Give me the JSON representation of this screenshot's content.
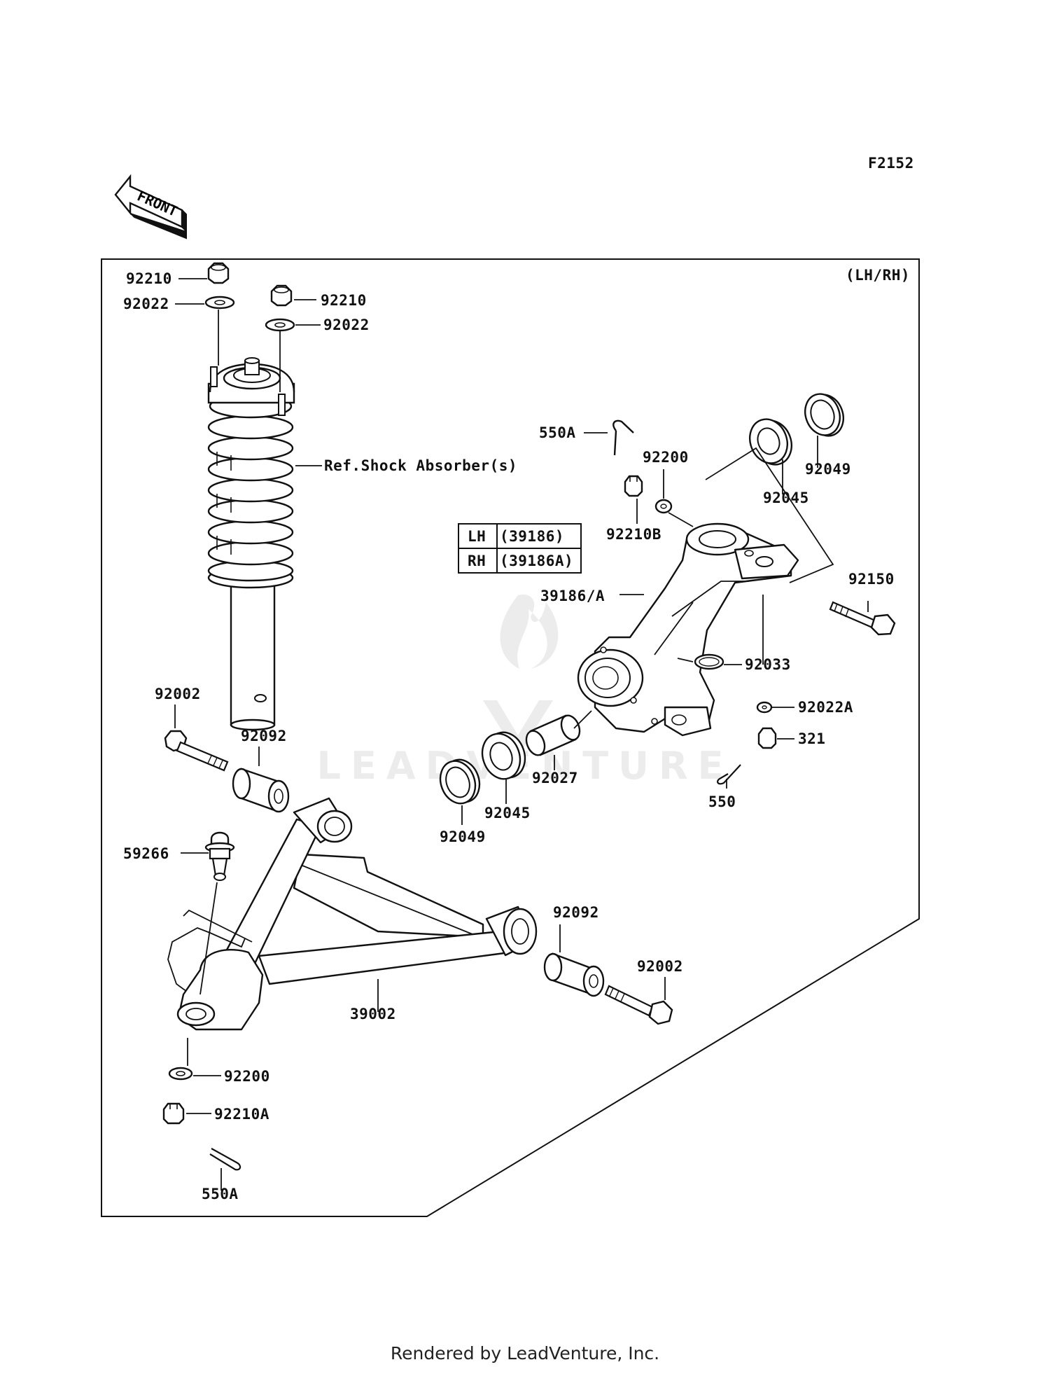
{
  "diagram_code": "F2152",
  "front_label": "FRONT",
  "side_note": "(LH/RH)",
  "watermark": "LEADVENTURE",
  "footer": "Rendered by LeadVenture, Inc.",
  "variant_table": {
    "rows": [
      {
        "side": "LH",
        "part": "(39186)"
      },
      {
        "side": "RH",
        "part": "(39186A)"
      }
    ]
  },
  "callouts": {
    "nut_top_left": "92210",
    "washer_top_left": "92022",
    "nut_top_right": "92210",
    "washer_top_right": "92022",
    "shock_ref": "Ref.Shock Absorber(s)",
    "cotter_pin_top": "550A",
    "washer_knuckle": "92200",
    "nut_knuckle": "92210B",
    "seal_right": "92049",
    "bearing_right": "92045",
    "knuckle": "39186/A",
    "bolt_knuckle": "92150",
    "ring": "92033",
    "washer_small": "92022A",
    "nut_small": "321",
    "cotter_pin_small": "550",
    "spacer": "92027",
    "bearing_left": "92045",
    "seal_left": "92049",
    "bolt_left": "92002",
    "bushing_left": "92092",
    "ball_joint": "59266",
    "bushing_right": "92092",
    "bolt_right": "92002",
    "a_arm": "39002",
    "washer_bottom": "92200",
    "nut_bottom": "92210A",
    "cotter_pin_bottom": "550A"
  }
}
